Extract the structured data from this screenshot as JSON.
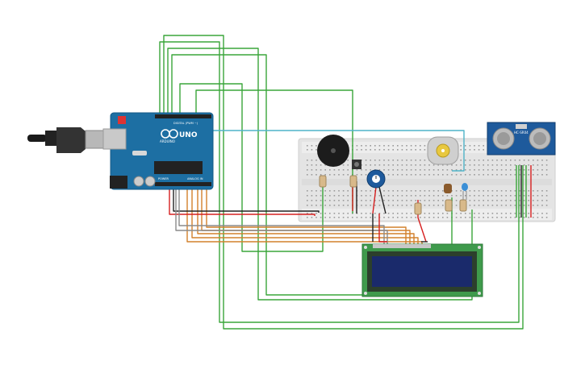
{
  "diagram": {
    "arduino": {
      "logo_text": "UNO",
      "brand_text": "ARDUINO",
      "digital_label": "DIGITAL (PWM ~)",
      "power_label": "POWER",
      "analog_label": "ANALOG IN"
    },
    "ultrasonic": {
      "model_text": "HC-SR04"
    },
    "colors": {
      "wire_green": "#3aa53a",
      "wire_orange": "#d2802c",
      "wire_red": "#d62020",
      "wire_black": "#222222",
      "wire_grey": "#8a8a8a",
      "wire_cyan": "#4fb3c8",
      "arduino_board": "#1d6fa3",
      "lcd_board": "#3f9a4c",
      "lcd_screen": "#1a2a6b",
      "breadboard": "#e6e6e6",
      "sensor_board": "#1e5a9c"
    }
  }
}
